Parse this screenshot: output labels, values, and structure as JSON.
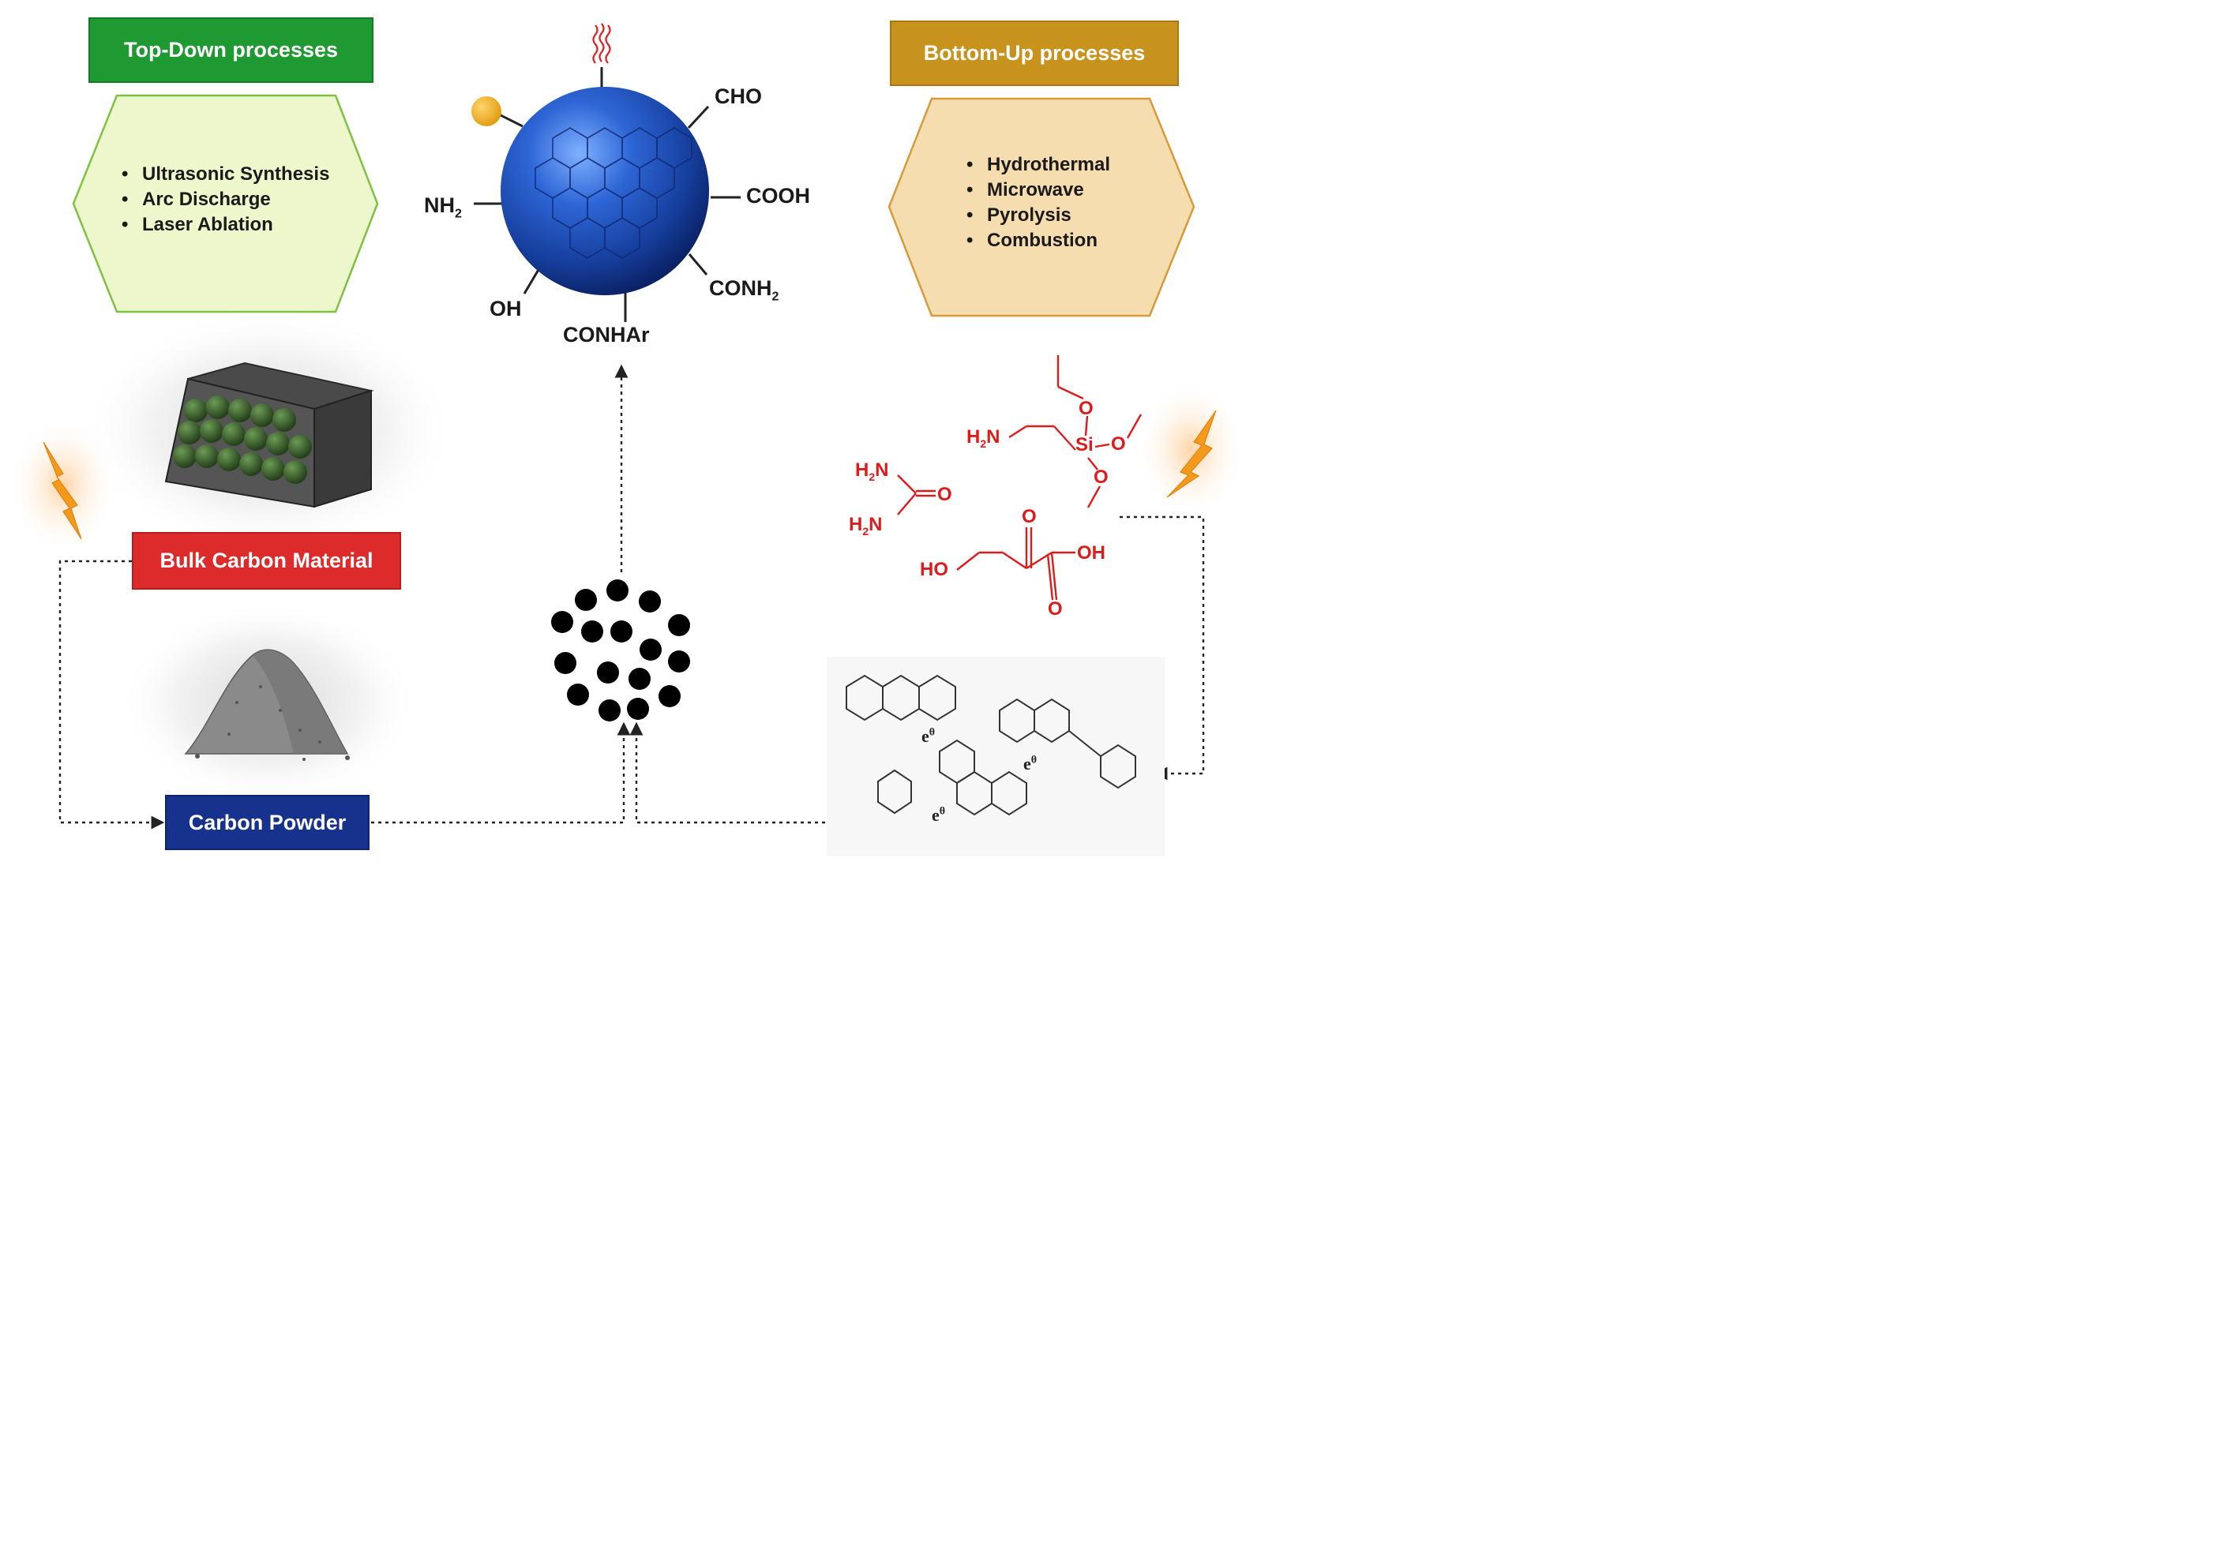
{
  "top_down": {
    "title": "Top-Down processes",
    "items": [
      "Ultrasonic Synthesis",
      "Arc Discharge",
      "Laser Ablation"
    ]
  },
  "bottom_up": {
    "title": "Bottom-Up processes",
    "items": [
      "Hydrothermal",
      "Microwave",
      "Pyrolysis",
      "Combustion"
    ]
  },
  "carbon_dot": {
    "groups": {
      "cho": "CHO",
      "cooh": "COOH",
      "conh2": "CONH",
      "conhar": "CONHAr",
      "oh": "OH",
      "nh2": "NH",
      "subscript_2": "2"
    }
  },
  "materials": {
    "bulk": "Bulk Carbon Material",
    "powder": "Carbon Powder"
  },
  "precursors": {
    "h2n": "H",
    "n": "N",
    "o": "O",
    "ho": "HO",
    "oh": "OH",
    "si": "Si",
    "sub2": "2"
  },
  "radicals": {
    "electron": "e",
    "theta": "θ"
  },
  "colors": {
    "top_down_green": "#1f9a33",
    "top_down_hex_fill": "#eef7cc",
    "top_down_hex_stroke": "#7cc242",
    "bottom_up_gold": "#c8931d",
    "bottom_up_hex_fill": "#f6ddb0",
    "bottom_up_hex_stroke": "#d69a3a",
    "bulk_red": "#dd2b2b",
    "powder_navy": "#16328c",
    "sphere_blue": "#1f4fc0",
    "precursor_red": "#dd1b1b",
    "lightning_orange": "#f39a1d"
  }
}
